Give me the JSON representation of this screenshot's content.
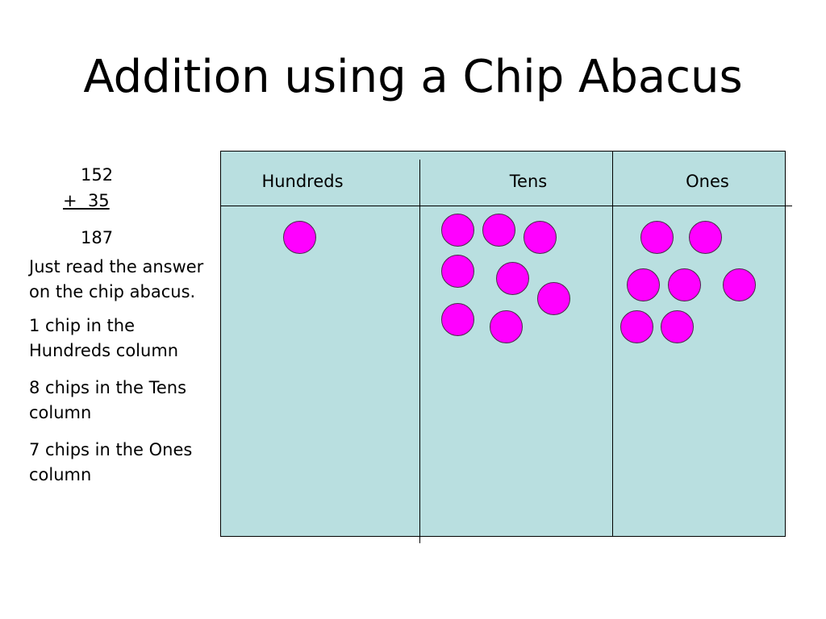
{
  "slide": {
    "title": "Addition using a Chip Abacus"
  },
  "problem": {
    "addend_1": "152",
    "addend_2": "+  35",
    "result": "187"
  },
  "notes": [
    "Just read the answer on the chip abacus.",
    "1 chip in the Hundreds column",
    "8 chips in the Tens column",
    "7 chips in the Ones column"
  ],
  "abacus": {
    "columns": [
      {
        "label": "Hundreds",
        "chips": 1
      },
      {
        "label": "Tens",
        "chips": 8
      },
      {
        "label": "Ones",
        "chips": 7
      }
    ],
    "background_color": "#b9dfe0",
    "chip_color": "#ff00ff"
  }
}
